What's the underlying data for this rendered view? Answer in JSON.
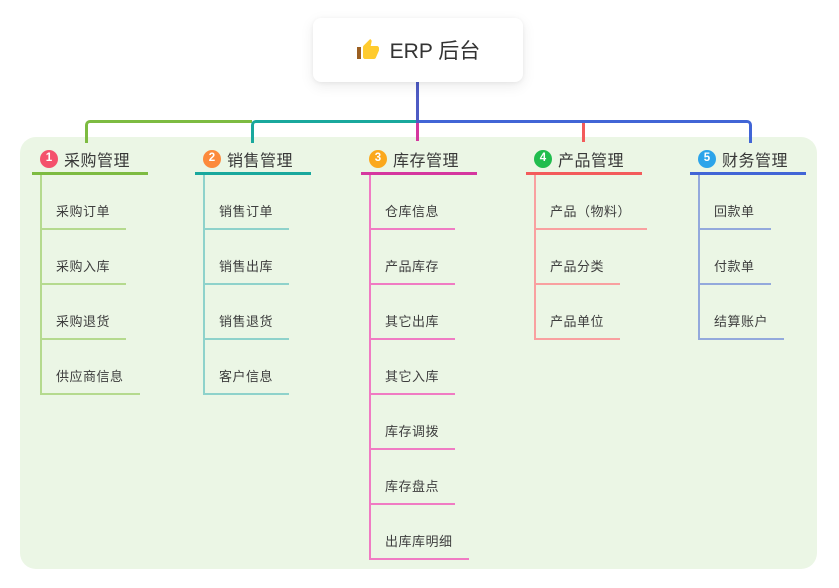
{
  "root": {
    "label": "ERP 后台",
    "icon": "thumbs-up-icon",
    "line_color": "#4E5BC4"
  },
  "panel_color": "#EBF6E5",
  "branches": [
    {
      "number": "1",
      "title": "采购管理",
      "badge_color": "#F4516C",
      "line_color": "#7DBB41",
      "child_line_color": "#B5DA8E",
      "items": [
        "采购订单",
        "采购入库",
        "采购退货",
        "供应商信息"
      ]
    },
    {
      "number": "2",
      "title": "销售管理",
      "badge_color": "#FC8A3C",
      "line_color": "#19A89D",
      "child_line_color": "#8ED2CB",
      "items": [
        "销售订单",
        "销售出库",
        "销售退货",
        "客户信息"
      ]
    },
    {
      "number": "3",
      "title": "库存管理",
      "badge_color": "#FBA81C",
      "line_color": "#D5379F",
      "child_line_color": "#F07BC3",
      "items": [
        "仓库信息",
        "产品库存",
        "其它出库",
        "其它入库",
        "库存调拨",
        "库存盘点",
        "出库库明细"
      ]
    },
    {
      "number": "4",
      "title": "产品管理",
      "badge_color": "#21BD4E",
      "line_color": "#F35B5B",
      "child_line_color": "#F9A0A0",
      "items": [
        "产品（物料）",
        "产品分类",
        "产品单位"
      ]
    },
    {
      "number": "5",
      "title": "财务管理",
      "badge_color": "#2CA4EA",
      "line_color": "#4165D6",
      "child_line_color": "#93A9DC",
      "items": [
        "回款单",
        "付款单",
        "结算账户"
      ]
    }
  ]
}
